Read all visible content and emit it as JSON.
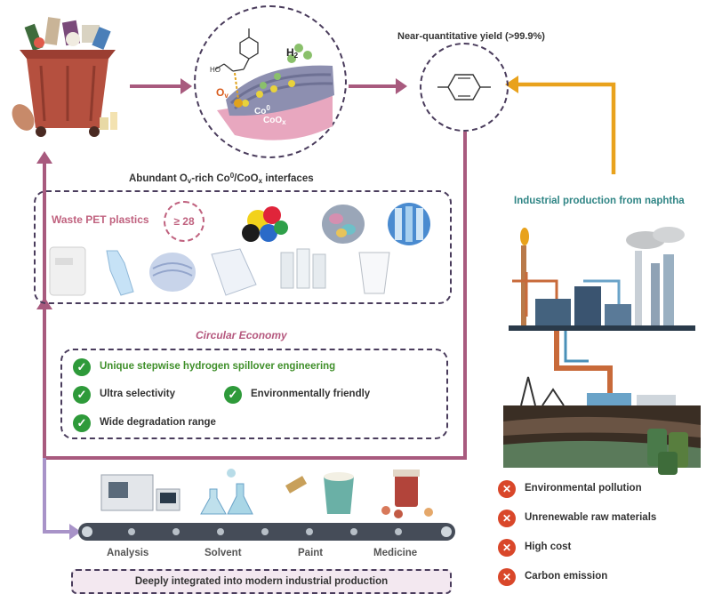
{
  "top": {
    "yield_label": "Near-quantitative yield (>99.9%)",
    "interface_label_pre": "Abundant O",
    "interface_label_sub": "v",
    "interface_label_mid": "-rich Co",
    "interface_label_sup": "0",
    "interface_label_post": "/CoO",
    "interface_label_sub2": "x",
    "interface_label_end": " interfaces",
    "h2_label": "H",
    "h2_sub": "2",
    "ov_label": "O",
    "ov_sub": "v",
    "co_label": "Co",
    "co_sup": "0",
    "coox_label": "CoO",
    "coox_sub": "x",
    "ho_label": "HO"
  },
  "pet": {
    "title": "Waste PET plastics",
    "badge": "≥ 28"
  },
  "circular": {
    "title": "Circular Economy",
    "features": [
      "Unique stepwise hydrogen spillover engineering",
      "Ultra selectivity",
      "Environmentally friendly",
      "Wide degradation range"
    ]
  },
  "industry": {
    "title": "Industrial production from naphtha",
    "drawbacks": [
      "Environmental pollution",
      "Unrenewable raw materials",
      "High cost",
      "Carbon emission"
    ]
  },
  "applications": {
    "items": [
      "Analysis",
      "Solvent",
      "Paint",
      "Medicine"
    ],
    "footer": "Deeply integrated into modern industrial production"
  },
  "colors": {
    "arrow_mauve": "#a85a7e",
    "arrow_orange": "#e9a21c",
    "arrow_lavender": "#a893c8",
    "dash": "#4a3c5c",
    "check_green": "#2e9a3a",
    "cross_red": "#d9472a",
    "feature_green": "#3f8f2a",
    "circular_title": "#b5587e",
    "pet_title": "#c0627f",
    "industry_title": "#2f8585"
  }
}
